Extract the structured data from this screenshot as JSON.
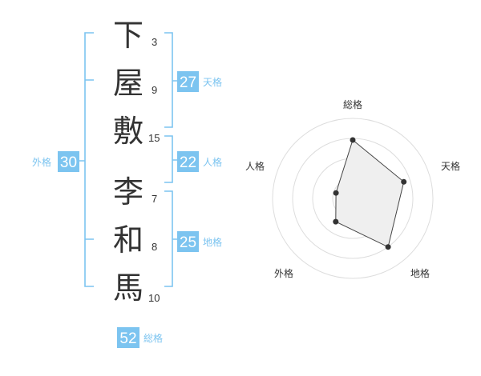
{
  "colors": {
    "bracket": "#7cc4f0",
    "badge": "#7cc4f0",
    "label": "#7cc4f0",
    "ink": "#333333",
    "ring": "#dddddd",
    "poly_fill": "#efefef",
    "poly_stroke": "#444444"
  },
  "name": {
    "characters": [
      {
        "char": "下",
        "strokes": "3"
      },
      {
        "char": "屋",
        "strokes": "9"
      },
      {
        "char": "敷",
        "strokes": "15"
      },
      {
        "char": "李",
        "strokes": "7"
      },
      {
        "char": "和",
        "strokes": "8"
      },
      {
        "char": "馬",
        "strokes": "10"
      }
    ]
  },
  "fortunes": {
    "tenkaku": {
      "value": "27",
      "label": "天格"
    },
    "jinkaku": {
      "value": "22",
      "label": "人格"
    },
    "chikaku": {
      "value": "25",
      "label": "地格"
    },
    "gaikaku": {
      "value": "30",
      "label": "外格"
    },
    "soukaku": {
      "value": "52",
      "label": "総格"
    }
  },
  "chart_data": {
    "type": "radar",
    "axes": [
      "総格",
      "天格",
      "地格",
      "外格",
      "人格"
    ],
    "values": [
      0.73,
      0.67,
      0.75,
      0.36,
      0.22
    ],
    "rmax": 1,
    "rings": 4
  }
}
